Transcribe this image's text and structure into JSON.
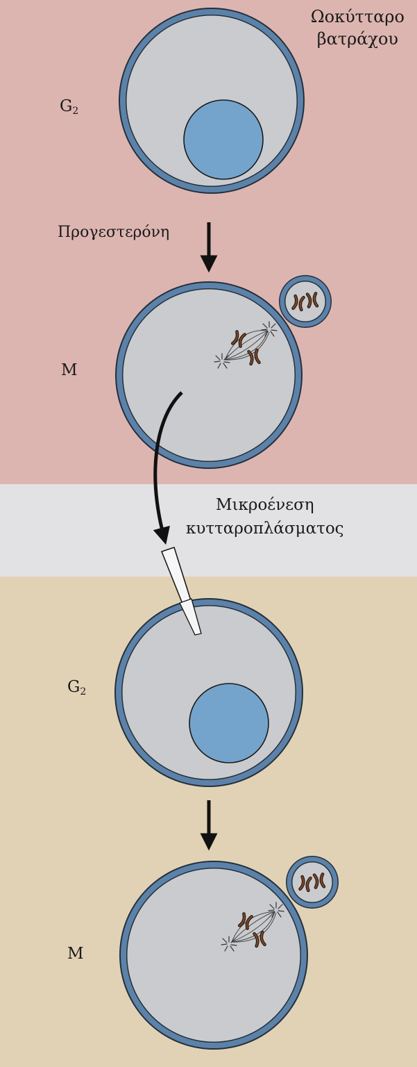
{
  "colors": {
    "upper_band": "#ddb5b0",
    "middle_band": "#e2e2e4",
    "lower_band": "#e2d2b5",
    "cell_fill": "#cacbce",
    "membrane": "#5d82a9",
    "nucleus": "#74a4cc",
    "chromosome": "#7a4a2a"
  },
  "title": {
    "line1": "Ωοκύτταρο",
    "line2": "βατράχου"
  },
  "stimulus_label": "Προγεστερόνη",
  "injection_label": {
    "line1": "Μικροένεση",
    "line2": "κυτταροπλάσματος"
  },
  "phases": {
    "g2_letter": "G",
    "g2_subscript": "2",
    "m_letter": "M"
  }
}
